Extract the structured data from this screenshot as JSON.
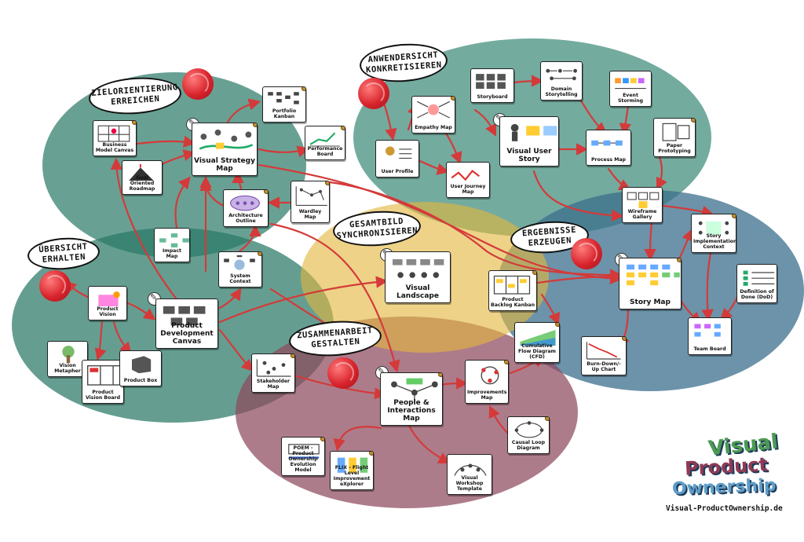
{
  "regions": {
    "zielorientierung": {
      "label": "ZIELORIENTIERUNG ERREICHEN",
      "color": "#2e7d6a"
    },
    "anwendersicht": {
      "label": "ANWENDERSICHT KONKRETISIEREN",
      "color": "#3f8a7a"
    },
    "uebersicht": {
      "label": "ÜBERSICHT ERHALTEN",
      "color": "#2a7866"
    },
    "gesamtbild": {
      "label": "GESAMTBILD SYNCHRONISIEREN",
      "color": "#e2b63f"
    },
    "ergebnisse": {
      "label": "ERGEBNISSE ERZEUGEN",
      "color": "#3b6f8c"
    },
    "zusammenarbeit": {
      "label": "ZUSAMMENARBEIT GESTALTEN",
      "color": "#8e4a5d"
    }
  },
  "cards": {
    "portfolio_kanban": "Portfolio Kanban",
    "business_model_canvas": "Business Model Canvas",
    "visual_strategy_map": "Visual Strategy Map",
    "performance_board": "Performance Board",
    "goal_oriented_roadmap": "Goal Oriented Roadmap",
    "architecture_outline": "Architecture Outline",
    "wardley_map": "Wardley Map",
    "impact_map": "Impact Map",
    "system_context": "System Context",
    "product_vision": "Product Vision",
    "product_development_canvas": "Product Development Canvas",
    "vision_metapher": "Vision Metapher",
    "product_vision_board": "Product Vision Board",
    "product_box": "Product Box",
    "storyboard": "Storyboard",
    "domain_storytelling": "Domain Storytelling",
    "event_storming": "Event Storming",
    "empathy_map": "Empathy Map",
    "visual_user_story": "Visual User Story",
    "process_map": "Process Map",
    "paper_prototyping": "Paper Prototyping",
    "user_profile": "User Profile",
    "user_journey_map": "User Journey Map",
    "wireframe_gallery": "Wireframe Gallery",
    "story_implementation_context": "Story Implementation Context",
    "visual_landscape": "Visual Landscape",
    "product_backlog_kanban": "Product Backlog Kanban",
    "story_map": "Story Map",
    "definition_of_done": "Definition of Done (DoD)",
    "cumulative_flow_diagram": "Cumulative Flow Diagram (CFD)",
    "burn_down_up_chart": "Burn-Down/-Up Chart",
    "team_board": "Team Board",
    "stakeholder_map": "Stakeholder Map",
    "people_interactions_map": "People & Interactions Map",
    "improvements_map": "Improvements Map",
    "causal_loop_diagram": "Causal Loop Diagram",
    "poem": "POEM - Product Ownership Evolution Model",
    "flix": "FLIX - Flight Level Improvement eXplorer",
    "visual_workshop_template": "Visual Workshop Template"
  },
  "logo": {
    "line1": "Visual",
    "line2": "Product",
    "line3": "Ownership",
    "url": "Visual-ProductOwnership.de"
  }
}
